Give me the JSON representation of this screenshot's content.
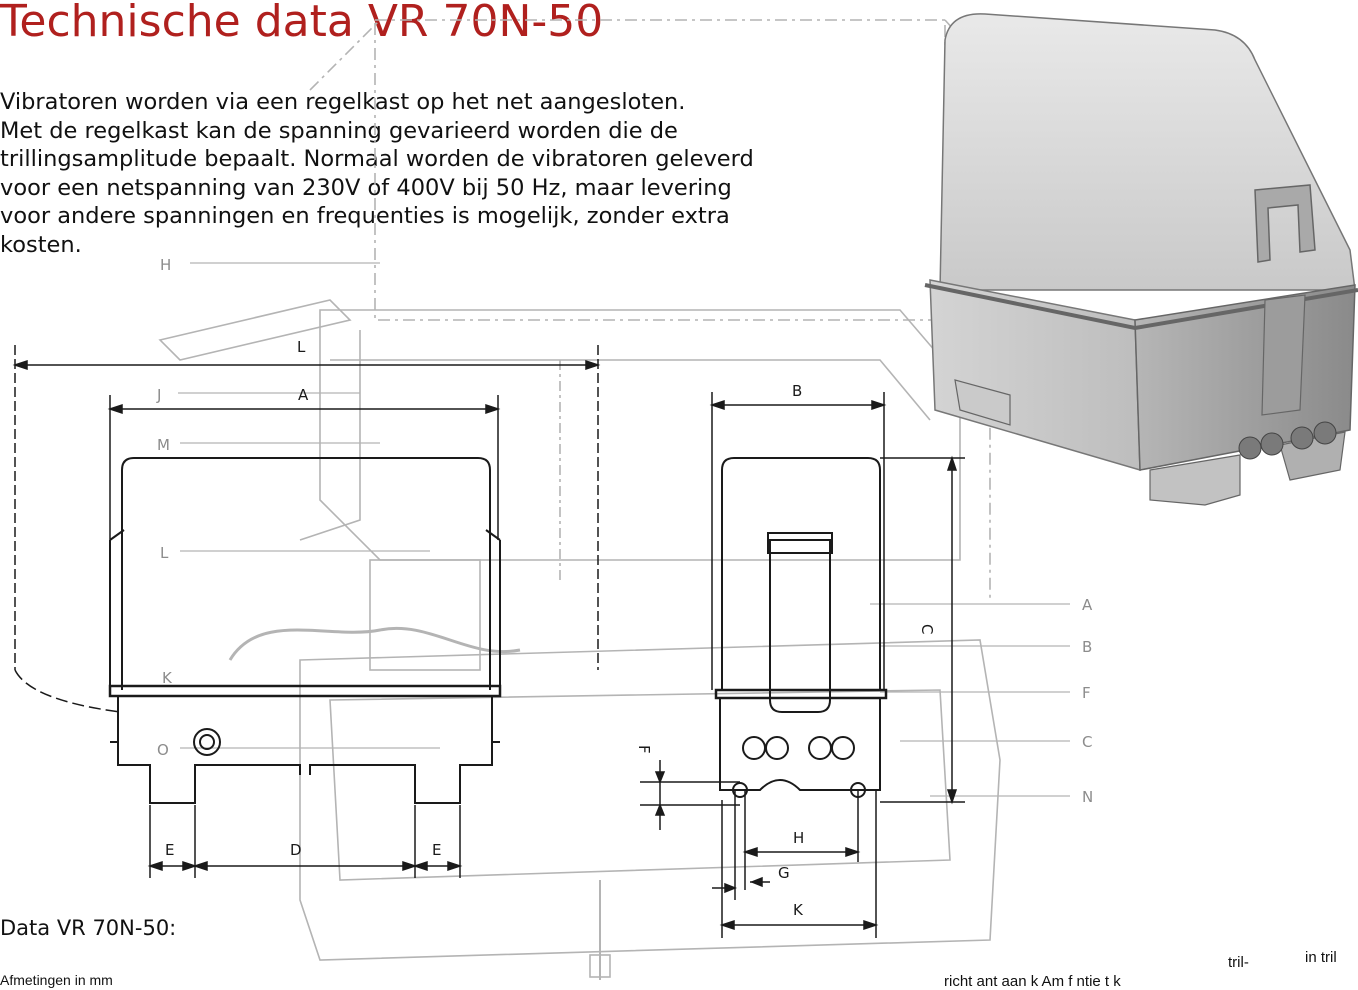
{
  "title": "Technische data VR 70N-50",
  "intro_lines": [
    "Vibratoren worden via een regelkast op het net aangesloten.",
    "Met de regelkast kan de spanning gevarieerd worden die de",
    "trillingsamplitude bepaalt. Normaal worden de vibratoren geleverd",
    "voor een netspanning van 230V of 400V bij 50 Hz, maar levering",
    "voor andere spanningen en frequenties is mogelijk, zonder extra",
    "kosten."
  ],
  "data_heading": "Data VR 70N-50:",
  "units_note": "Afmetingen in mm",
  "cut_fragments": [
    "tril-",
    "in tril",
    "richt       ant   aan   k  Am  f     ntie  t   k"
  ],
  "dimension_labels": {
    "L": "L",
    "A": "A",
    "B": "B",
    "C": "C",
    "D": "D",
    "E_left": "E",
    "E_right": "E",
    "F": "F",
    "G": "G",
    "H": "H",
    "K": "K"
  },
  "parts_labels_left": [
    "H",
    "J",
    "M",
    "L",
    "K",
    "O"
  ],
  "parts_labels_right": [
    "A",
    "B",
    "F",
    "C",
    "N"
  ],
  "colors": {
    "title": "#b0201e",
    "text": "#111111",
    "drawing": "#1a1a1a",
    "ghost": "#9a9a9a"
  }
}
